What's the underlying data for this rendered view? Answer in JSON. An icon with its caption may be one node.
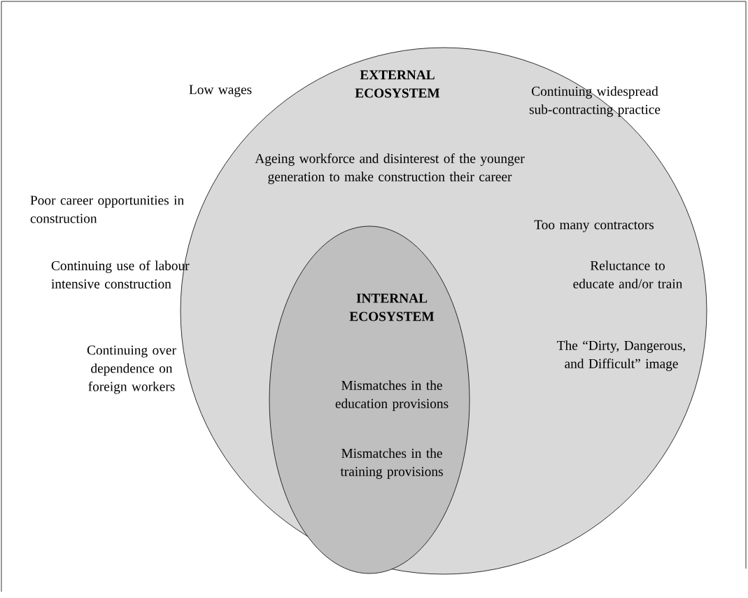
{
  "diagram": {
    "nodes": [
      {
        "text": [
          "EXTERNAL ECOSYSTEM",
          "Ageing workforce and disinterest of the younger generation to make construction their career"
        ]
      },
      {
        "text": [
          "INTERNAL ECOSYSTEM",
          "Mismatches in the education provisions",
          "Mismatches in the training provisions"
        ],
        "in": 0
      }
    ],
    "labels": [
      "Low wages",
      "Continuing widespread sub-contracting practice",
      "Poor career opportunities in construction",
      "Too many contractors",
      "Continuing use of labour intensive construction",
      "Reluctance to educate and/or train",
      "Continuing over dependence on foreign workers",
      "The “Dirty, Dangerous, and Difficult” image"
    ]
  }
}
